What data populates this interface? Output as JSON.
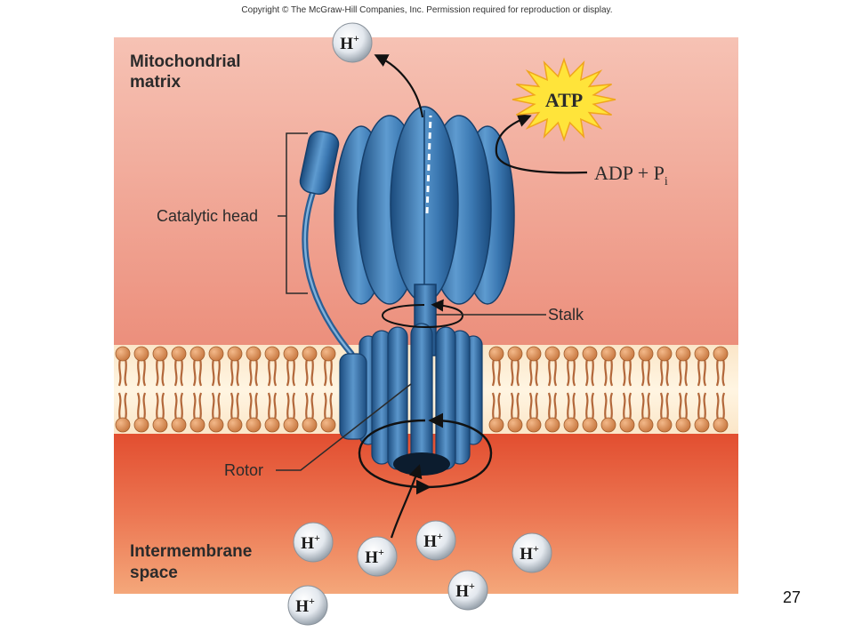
{
  "header": {
    "copyright": "Copyright © The McGraw-Hill Companies, Inc. Permission required for reproduction or display."
  },
  "slide": {
    "number": "27"
  },
  "diagram": {
    "regions": {
      "matrix": [
        "Mitochondrial",
        "matrix"
      ],
      "intermembrane": [
        "Intermembrane",
        "space"
      ]
    },
    "labels": {
      "catalytic_head": "Catalytic head",
      "stalk": "Stalk",
      "rotor": "Rotor"
    },
    "atp": "ATP",
    "adp": {
      "main": "ADP + P",
      "sub": "i"
    },
    "proton": {
      "base": "H",
      "sup": "+"
    },
    "colors": {
      "matrix_top": "#f4b3a3",
      "matrix_bottom": "#ea8a78",
      "intermembrane_top": "#e55a3a",
      "intermembrane_bottom": "#f19a70",
      "protein_dark": "#1d4f82",
      "protein_mid": "#3a78b3",
      "protein_light": "#7fb0dc",
      "lipid_head": "#d98d55",
      "lipid_tail": "#b2673a",
      "atp_burst": "#ffe23a"
    }
  }
}
